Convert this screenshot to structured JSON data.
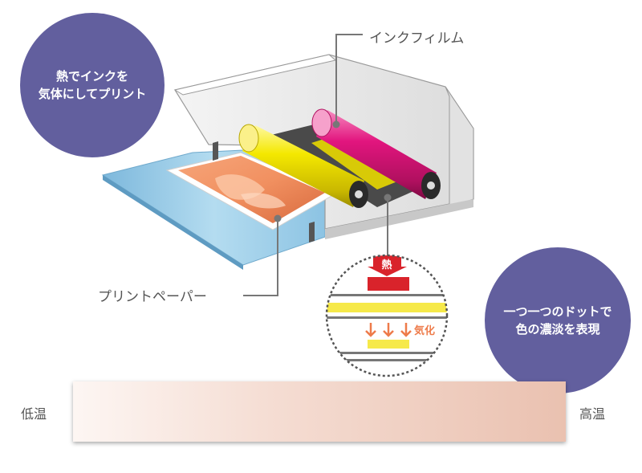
{
  "bubbles": {
    "left": {
      "line1": "熱でインクを",
      "line2": "気体にしてプリント"
    },
    "right": {
      "line1": "一つ一つのドットで",
      "line2": "色の濃淡を表現"
    }
  },
  "labels": {
    "ink_film": "インクフィルム",
    "print_paper": "プリントペーパー",
    "heat": "熱",
    "vaporize": "気化",
    "low_temp": "低温",
    "high_temp": "高温"
  },
  "colors": {
    "bubble": "#625f9e",
    "yellow_roller": "#f2e600",
    "magenta_roller": "#e2157e",
    "tray_blue": "#8fc4e4",
    "heat_red": "#d9232b",
    "vapor_orange": "#ee7b4a",
    "gradient_low": "#fdf6f3",
    "gradient_high": "#eac1b0"
  }
}
